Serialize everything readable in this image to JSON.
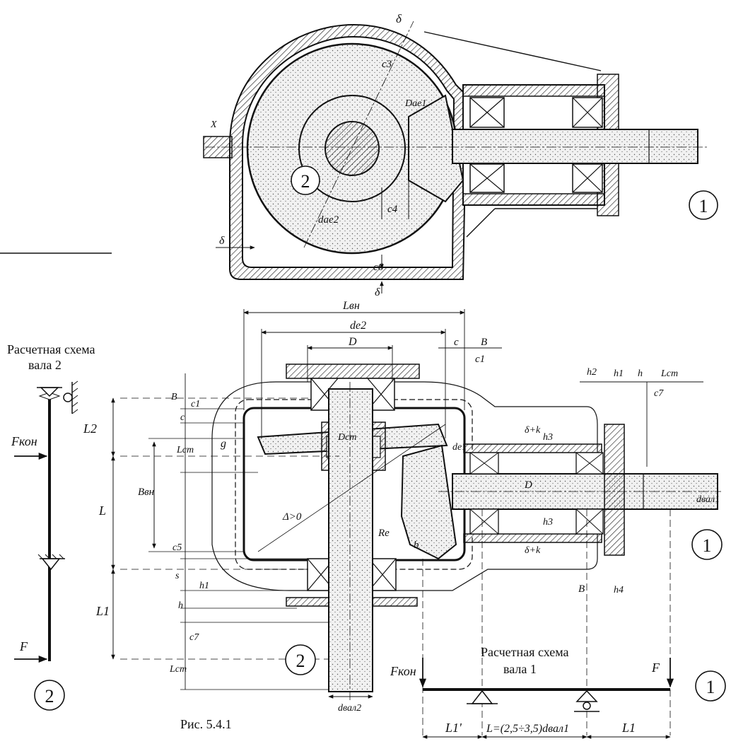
{
  "figure_caption": "Рис. 5.4.1",
  "scheme_shaft2": {
    "title_line1": "Расчетная схема",
    "title_line2": "вала 2",
    "force_top": "Fкон",
    "force_bottom": "F",
    "dim_L2": "L2",
    "dim_L": "L",
    "dim_L1": "L1",
    "circle_label": "2"
  },
  "scheme_shaft1": {
    "title_line1": "Расчетная схема",
    "title_line2": "вала 1",
    "force_left": "Fкон",
    "force_right": "F",
    "dim_left": "L1'",
    "dim_mid": "L=(2,5÷3,5)dвал1",
    "dim_right": "L1",
    "circle_label": "1"
  },
  "top_view": {
    "wheel_label": "2",
    "shaft_label": "1",
    "dims": [
      "δ",
      "c3",
      "Dae1",
      "dae2",
      "c4",
      "c6",
      "δ",
      "δ",
      "X"
    ]
  },
  "front_view": {
    "wheel_label": "2",
    "shaft_label": "1",
    "top_dims": [
      "Lвн",
      "de2",
      "D",
      "c",
      "B",
      "c1",
      "h2",
      "h1",
      "h",
      "Lcm",
      "c7"
    ],
    "left_dims": [
      "B",
      "c1",
      "c",
      "Lcm",
      "Bвн",
      "c5",
      "s",
      "h1",
      "h",
      "c7",
      "Lcm"
    ],
    "inner_labels": [
      "g",
      "Dcm",
      "de1",
      "Δ>0",
      "Re",
      "b",
      "D",
      "dвал1",
      "dвал2",
      "δ+k",
      "h3",
      "h3",
      "δ+k",
      "B",
      "h4"
    ]
  }
}
